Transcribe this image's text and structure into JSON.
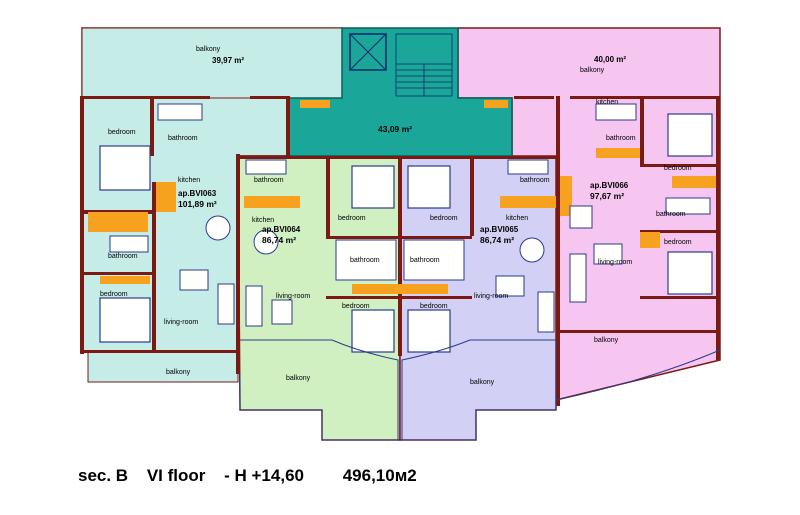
{
  "colors": {
    "unit_063": "#c6ece8",
    "unit_064": "#d1f0c2",
    "unit_065": "#d2d0f4",
    "unit_066": "#f6c6f0",
    "common": "#1aa79a",
    "wall": "#7a1a12",
    "furniture": "#f7a21e",
    "fixture": "#2b3b8f"
  },
  "units": {
    "u063": {
      "id": "ap.BVI063",
      "area": "101,89 m²"
    },
    "u064": {
      "id": "ap.BVI064",
      "area": "86,74 m²"
    },
    "u065": {
      "id": "ap.BVI065",
      "area": "86,74 m²"
    },
    "u066": {
      "id": "ap.BVI066",
      "area": "97,67 m²"
    }
  },
  "balconies": {
    "left_area": "39,97 m²",
    "right_area": "40,00 m²"
  },
  "common_area": "43,09 m²",
  "rooms": {
    "balcony": "balkony",
    "bedroom": "bedroom",
    "bathroom": "bathroom",
    "kitchen": "kitchen",
    "living": "living-room"
  },
  "caption": {
    "section": "sec.  B",
    "floor": "VI floor",
    "height": "- H  +14,60",
    "total": "496,10м2"
  }
}
